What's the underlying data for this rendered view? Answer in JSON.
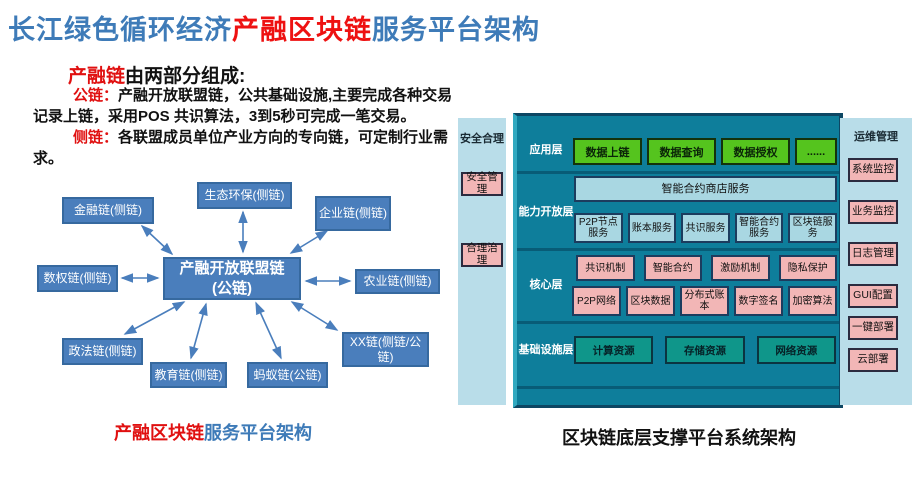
{
  "title": {
    "part1_blue": "长江绿色循环经济",
    "part2_red": "产融区块链",
    "part3_blue": "服务平台架构"
  },
  "description": {
    "heading_red": "产融链",
    "heading_black": "由两部分组成:",
    "para1_label": "公链：",
    "para1_text": "产融开放联盟链，公共基础设施,主要完成各种交易记录上链，采用POS 共识算法，3到5秒可完成一笔交易。",
    "para2_label": "侧链：",
    "para2_text": "各联盟成员单位产业方向的专向链，可定制行业需求。"
  },
  "network": {
    "center_line1": "产融开放联盟链",
    "center_line2": "(公链)",
    "nodes": [
      {
        "label": "金融链(侧链)"
      },
      {
        "label": "生态环保(侧链)"
      },
      {
        "label": "企业链(侧链)"
      },
      {
        "label": "数权链(侧链)"
      },
      {
        "label": "农业链(侧链)"
      },
      {
        "label": "政法链(侧链)"
      },
      {
        "label": "教育链(侧链)"
      },
      {
        "label": "蚂蚁链(公链)"
      },
      {
        "label": "XX链(侧链/公链)"
      }
    ],
    "caption_red": "产融区块链",
    "caption_blue": "服务平台架构"
  },
  "arch": {
    "security_title": "安全合理",
    "security_items": [
      "安全管理",
      "合理治理"
    ],
    "ops_title": "运维管理",
    "ops_items": [
      "系统监控",
      "业务监控",
      "日志管理",
      "GUI配置",
      "一键部署",
      "云部署"
    ],
    "app_layer": {
      "label": "应用层",
      "boxes": [
        "数据上链",
        "数据查询",
        "数据授权",
        "......"
      ]
    },
    "capability_layer": {
      "label": "能力开放层",
      "store_box": "智能合约商店服务",
      "boxes": [
        "P2P节点服务",
        "账本服务",
        "共识服务",
        "智能合约服务",
        "区块链服务"
      ]
    },
    "core_layer": {
      "label": "核心层",
      "row1": [
        "共识机制",
        "智能合约",
        "激励机制",
        "隐私保护"
      ],
      "row2": [
        "P2P网络",
        "区块数据",
        "分布式账本",
        "数字签名",
        "加密算法"
      ]
    },
    "infra_layer": {
      "label": "基础设施层",
      "boxes": [
        "计算资源",
        "存储资源",
        "网络资源"
      ]
    },
    "caption": "区块链底层支撑平台系统架构"
  },
  "colors": {
    "title_blue": "#3e7bb8",
    "accent_red": "#ee1111",
    "node_blue": "#4a7ebc",
    "arch_bg_teal": "#0e7e9b",
    "sidebar_light_blue": "#b9dde9",
    "app_green": "#55c41e",
    "box_pink": "#f2b6b6",
    "box_light_blue": "#a9d7e2",
    "resource_teal": "#0f968a"
  }
}
